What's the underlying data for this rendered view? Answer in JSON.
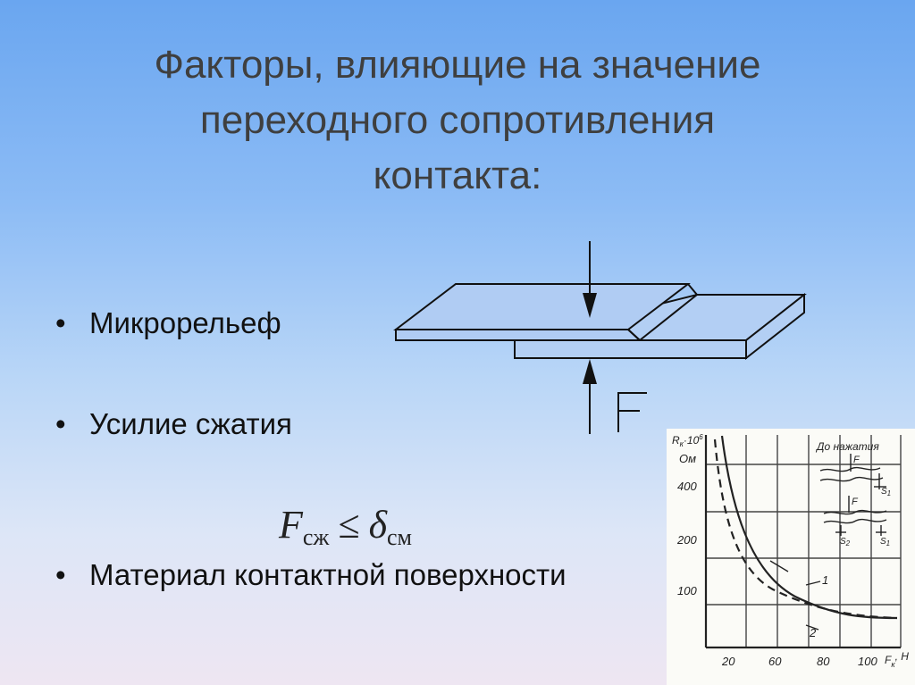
{
  "title": {
    "line1": "Факторы, влияющие на значение",
    "line2": "переходного сопротивления",
    "line3": "контакта:"
  },
  "bullets": [
    {
      "text": "Микрорельеф"
    },
    {
      "text": "Усилие сжатия"
    },
    {
      "text": "Материал контактной поверхности"
    }
  ],
  "bullet_symbol": "•",
  "formula": {
    "lhs": "F",
    "lhs_sub": "сж",
    "operator": "≤",
    "rhs": "δ",
    "rhs_sub": "см"
  },
  "contact_diagram": {
    "force_label": "F"
  },
  "graph": {
    "y_axis_label": "R",
    "y_axis_label_sub": "к",
    "y_axis_label_suffix": "·10",
    "y_axis_label_sup": "6",
    "y_unit": "Ом",
    "y_ticks": [
      "400",
      "200",
      "100"
    ],
    "x_ticks": [
      "20",
      "60",
      "80",
      "100"
    ],
    "x_axis_label": "F",
    "x_axis_label_sub": "к",
    "x_unit": ", Н",
    "inset_title": "До нажатия",
    "inset_force_1": "F",
    "inset_force_2": "F",
    "inset_s_label_1": "S",
    "inset_s_label_1_sub": "1",
    "inset_s_label_2": "S",
    "inset_s_label_2_sub": "2",
    "inset_s_label_3": "S",
    "inset_s_label_3_sub": "1",
    "curve_1_label": "1",
    "curve_2_label": "2"
  }
}
